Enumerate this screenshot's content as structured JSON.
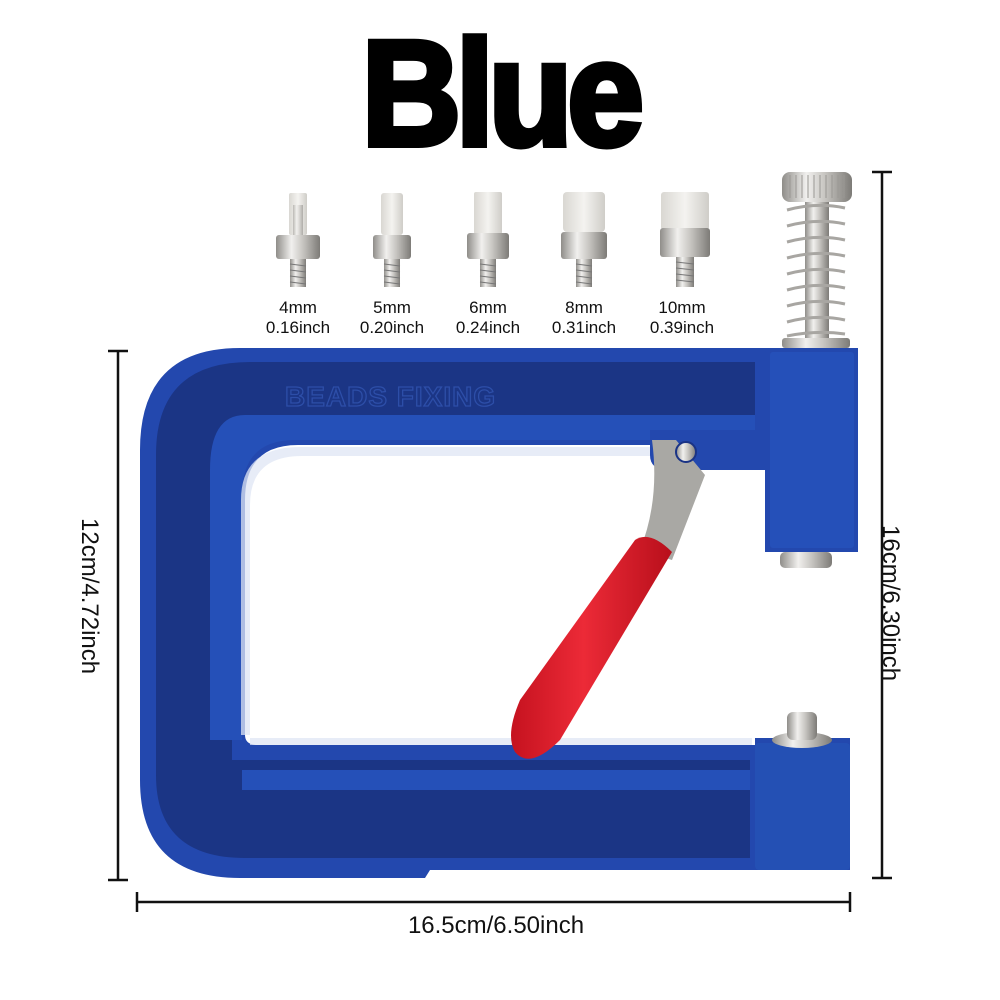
{
  "title": "Blue",
  "product": {
    "frame_color": "#1e3f9e",
    "frame_color_dark": "#15307c",
    "handle_color": "#e0202e",
    "metal_color": "#c8c6c2",
    "embossed_text": "BEADS FIXING"
  },
  "dies": [
    {
      "size_mm": "4mm",
      "size_inch": "0.16inch"
    },
    {
      "size_mm": "5mm",
      "size_inch": "0.20inch"
    },
    {
      "size_mm": "6mm",
      "size_inch": "0.24inch"
    },
    {
      "size_mm": "8mm",
      "size_inch": "0.31inch"
    },
    {
      "size_mm": "10mm",
      "size_inch": "0.39inch"
    }
  ],
  "dimensions": {
    "height_total": "16cm/6.30inch",
    "height_frame": "12cm/4.72inch",
    "width": "16.5cm/6.50inch"
  }
}
